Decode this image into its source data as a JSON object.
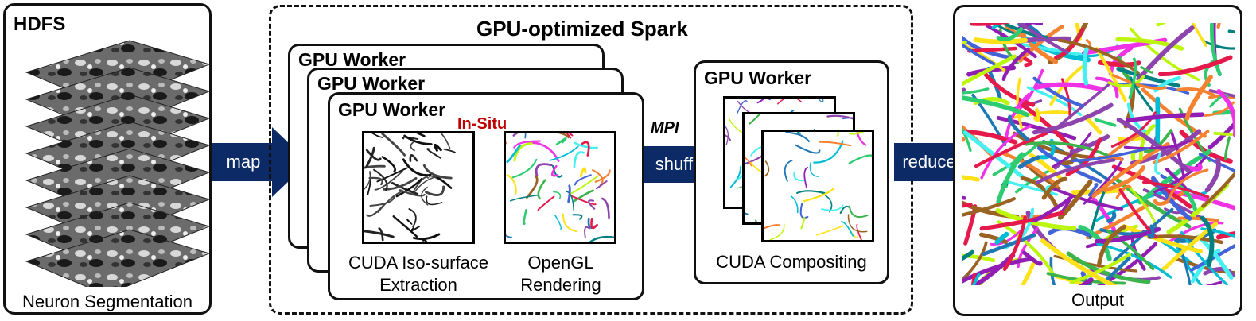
{
  "hdfs": {
    "title": "HDFS",
    "caption": "Neuron Segmentation"
  },
  "spark": {
    "title": "GPU-optimized Spark",
    "workers": [
      "GPU Worker",
      "GPU Worker",
      "GPU Worker"
    ],
    "in_situ": "In-Situ",
    "cuda_caption": "CUDA Iso-surface\nExtraction",
    "opengl_caption": "OpenGL\nRendering"
  },
  "mpi": "MPI",
  "compositor": {
    "title": "GPU Worker",
    "caption": "CUDA Compositing"
  },
  "arrows": {
    "map": "map",
    "shuffle": "shuffle",
    "reduce": "reduce"
  },
  "output": {
    "caption": "Output"
  },
  "colors": {
    "arrow": "#0b2a66",
    "in_situ": "#c00000"
  }
}
